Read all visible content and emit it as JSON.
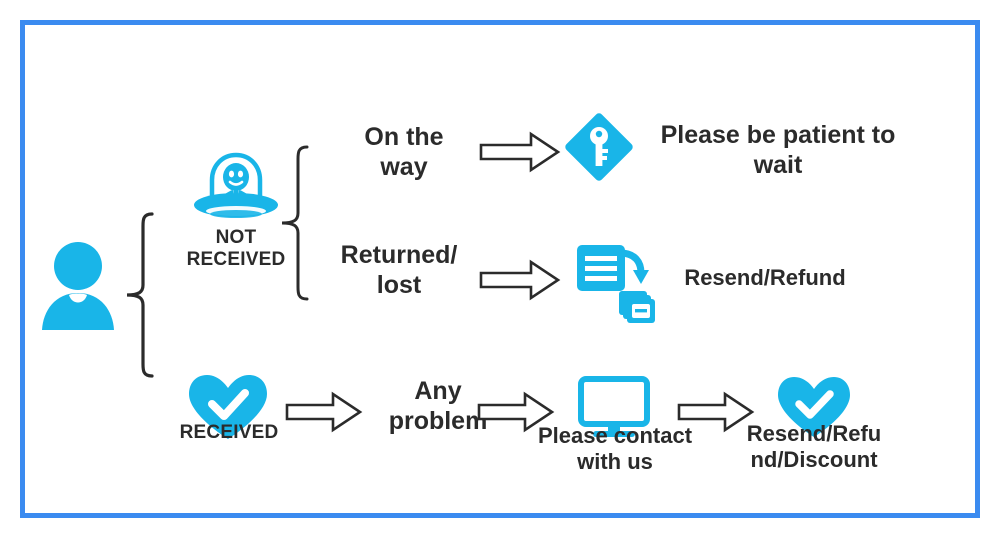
{
  "diagram": {
    "title_text": "",
    "frame_color": "#3b8bf0",
    "icon_color": "#19b5e8",
    "text_color": "#2b2b2b",
    "arrow_outline_color": "#2b2b2b",
    "brace_color": "#2b2b2b"
  },
  "nodes": {
    "customer": {
      "icon": "person-icon",
      "label": ""
    },
    "not_received": {
      "icon": "ufo-icon",
      "label": "NOT\nRECEIVED"
    },
    "received": {
      "icon": "heart-check-icon",
      "label": "RECEIVED"
    },
    "on_the_way": {
      "label": "On the\nway"
    },
    "returned_lost": {
      "label": "Returned/\nlost"
    },
    "any_problem": {
      "label": "Any\nproblem"
    },
    "be_patient": {
      "icon": "key-diamond-icon",
      "label": "Please be patient to\nwait"
    },
    "resend_refund": {
      "icon": "document-refresh-icon",
      "label": "Resend/Refund"
    },
    "contact_us": {
      "icon": "monitor-icon",
      "label": "Please contact\nwith us"
    },
    "resend_refund_discount": {
      "icon": "heart-check-icon",
      "label": "Resend/Refu\nnd/Discount"
    }
  },
  "connectors": {
    "brace_customer": "brace-customer",
    "brace_not_received": "brace-not-received",
    "arrow_on_the_way": "arrow-right-icon",
    "arrow_returned_lost": "arrow-right-icon",
    "arrow_received": "arrow-right-icon",
    "arrow_any_problem": "arrow-right-icon",
    "arrow_contact": "arrow-right-icon"
  }
}
